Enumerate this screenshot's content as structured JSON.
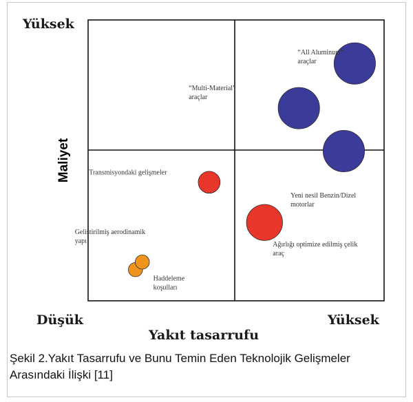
{
  "chart_data": {
    "type": "scatter",
    "xlabel": "Yakıt tasarrufu",
    "ylabel": "Maliyet",
    "x_tick_labels": {
      "low": "Düşük",
      "high": "Yüksek"
    },
    "y_tick_labels": {
      "high": "Yüksek"
    },
    "xlim": [
      0,
      1
    ],
    "ylim": [
      0,
      1
    ],
    "grid": "quadrant lines at midpoints",
    "colors": {
      "high_cost": "#3b3b9a",
      "mid": "#e8372a",
      "low": "#f0941e"
    },
    "points": [
      {
        "x": 0.16,
        "y": 0.111,
        "r": 0.024,
        "color": "#f0941e"
      },
      {
        "x": 0.183,
        "y": 0.138,
        "r": 0.024,
        "color": "#f0941e"
      },
      {
        "x": 0.409,
        "y": 0.422,
        "r": 0.037,
        "color": "#e8372a"
      },
      {
        "x": 0.596,
        "y": 0.279,
        "r": 0.061,
        "color": "#e8372a"
      },
      {
        "x": 0.864,
        "y": 0.533,
        "r": 0.07,
        "color": "#3b3b9a"
      },
      {
        "x": 0.712,
        "y": 0.686,
        "r": 0.07,
        "color": "#3b3b9a"
      },
      {
        "x": 0.901,
        "y": 0.845,
        "r": 0.07,
        "color": "#3b3b9a"
      }
    ],
    "annotations": [
      {
        "lines": [
          "“All Aluminum”",
          "araçlar"
        ],
        "x": 0.708,
        "y": 0.877
      },
      {
        "lines": [
          "“Multi-Material”",
          "araçlar"
        ],
        "x": 0.34,
        "y": 0.75
      },
      {
        "lines": [
          "Transmisyondaki gelişmeler"
        ],
        "x": 0.003,
        "y": 0.45
      },
      {
        "lines": [
          "Yeni nesil Benzin/Dizel",
          "motorlar"
        ],
        "x": 0.684,
        "y": 0.368
      },
      {
        "lines": [
          "Geliştirilmiş aerodinamik",
          "yapı"
        ],
        "x": -0.045,
        "y": 0.238
      },
      {
        "lines": [
          "Ağırlığı optimize edilmiş çelik",
          "araç"
        ],
        "x": 0.624,
        "y": 0.194
      },
      {
        "lines": [
          "Haddeleme",
          "koşulları"
        ],
        "x": 0.22,
        "y": 0.072
      }
    ]
  },
  "caption": "Şekil 2.Yakıt Tasarrufu ve Bunu Temin Eden Teknolojik Gelişmeler Arasındaki İlişki [11]"
}
